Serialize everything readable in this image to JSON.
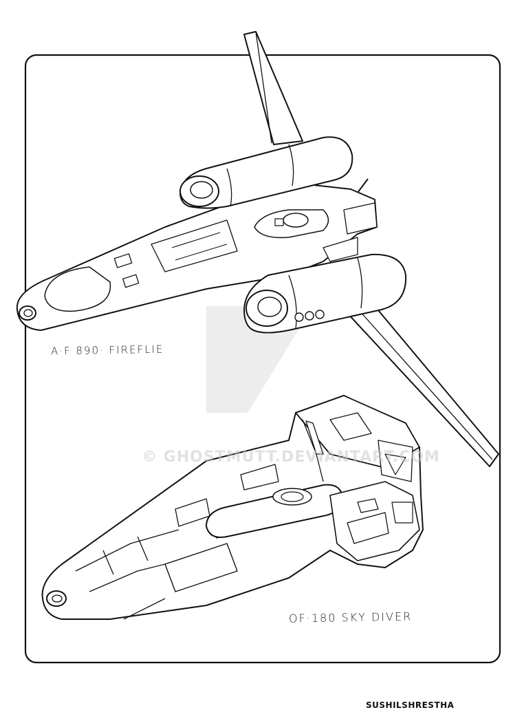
{
  "labels": {
    "ship_one": "A·F 890· FIREFLIE",
    "ship_two": "OF·180 SKY DIVER",
    "signature": "SUSHILSHRESTHA",
    "watermark": "© GHOSTMUTT.DEVIANTART.COM"
  },
  "colors": {
    "ink": "#111111",
    "paper": "#ffffff",
    "watermark": "#c8c8c8"
  }
}
